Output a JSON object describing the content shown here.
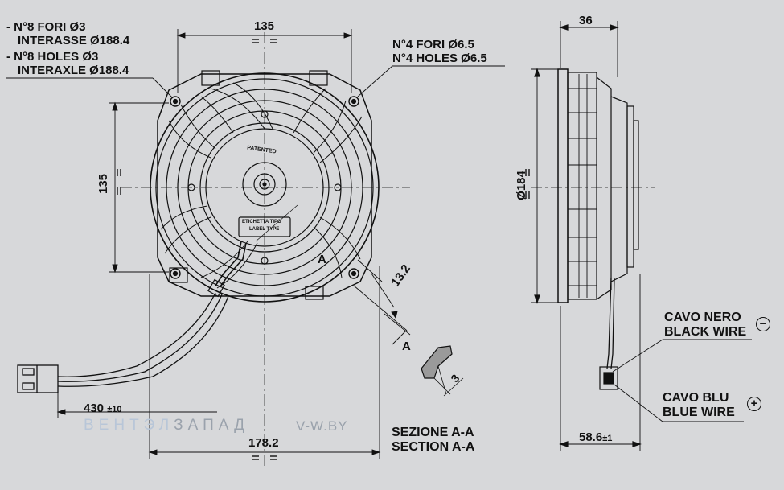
{
  "notes": {
    "holes_small": [
      "- N°8 FORI Ø3",
      "INTERASSE Ø188.4",
      "- N°8 HOLES Ø3",
      "INTERAXLE Ø188.4"
    ],
    "holes_large": [
      "N°4 FORI Ø6.5",
      "N°4 HOLES Ø6.5"
    ]
  },
  "dimensions": {
    "top_width": "135",
    "side_height": "135",
    "depth_top": "36",
    "diameter": "Ø184",
    "section_offset": "13.2",
    "section_thickness": "3",
    "cable_length": "430",
    "cable_tolerance": "±10",
    "bottom_width": "178.2",
    "overall_depth": "58.6",
    "overall_depth_tolerance": "±1"
  },
  "section": {
    "label_a1": "A",
    "label_a2": "A",
    "title_it": "SEZIONE A-A",
    "title_en": "SECTION A-A"
  },
  "center_labels": {
    "patented": "PATENTED",
    "etichetta": "ETICHETTA TIPO",
    "label_type": "LABEL TYPE"
  },
  "wires": {
    "black_it": "CAVO NERO",
    "black_en": "BLACK WIRE",
    "black_symbol": "−",
    "blue_it": "CAVO BLU",
    "blue_en": "BLUE WIRE",
    "blue_symbol": "+"
  },
  "watermark": {
    "brand_part1": "ВЕНТЭЛ",
    "brand_part2": "ЗАПАД",
    "site": "V-W.BY"
  }
}
